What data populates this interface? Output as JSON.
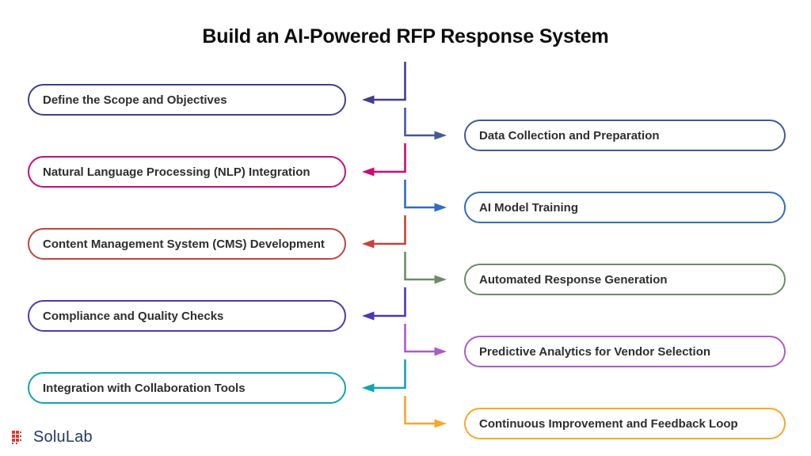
{
  "title": "Build an AI-Powered RFP Response System",
  "steps": {
    "left": [
      {
        "label": "Define the Scope and Objectives",
        "color": "#413e90"
      },
      {
        "label": "Natural Language Processing (NLP) Integration",
        "color": "#c50f77"
      },
      {
        "label": "Content Management System (CMS) Development",
        "color": "#c2443c"
      },
      {
        "label": "Compliance and Quality Checks",
        "color": "#4a3ab0"
      },
      {
        "label": "Integration with Collaboration Tools",
        "color": "#13a3b2"
      }
    ],
    "right": [
      {
        "label": "Data Collection and Preparation",
        "color": "#45589a"
      },
      {
        "label": "AI Model Training",
        "color": "#2f6cc3"
      },
      {
        "label": "Automated Response Generation",
        "color": "#6e8b67"
      },
      {
        "label": "Predictive Analytics for Vendor Selection",
        "color": "#ac5bc8"
      },
      {
        "label": "Continuous Improvement and Feedback Loop",
        "color": "#f8a62c"
      }
    ]
  },
  "brand": {
    "name": "SoluLab",
    "mark_color": "#d93a32",
    "text_color": "#24395e"
  }
}
